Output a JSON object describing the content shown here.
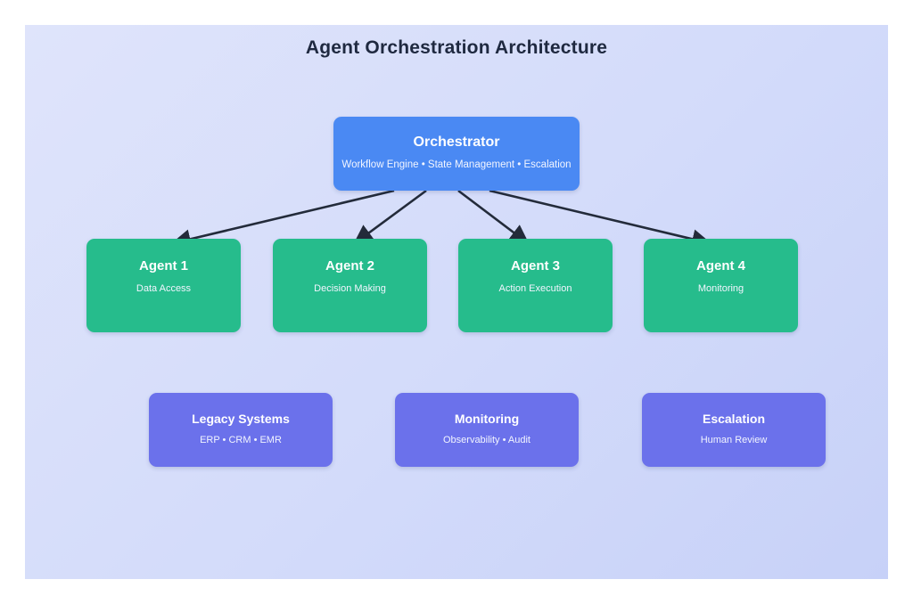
{
  "title": "Agent Orchestration Architecture",
  "orchestrator": {
    "label": "Orchestrator",
    "subtitle": "Workflow Engine • State Management • Escalation"
  },
  "agents": [
    {
      "label": "Agent 1",
      "subtitle": "Data Access"
    },
    {
      "label": "Agent 2",
      "subtitle": "Decision Making"
    },
    {
      "label": "Agent 3",
      "subtitle": "Action Execution"
    },
    {
      "label": "Agent 4",
      "subtitle": "Monitoring"
    }
  ],
  "systems": [
    {
      "label": "Legacy Systems",
      "subtitle": "ERP • CRM • EMR"
    },
    {
      "label": "Monitoring",
      "subtitle": "Observability • Audit"
    },
    {
      "label": "Escalation",
      "subtitle": "Human Review"
    }
  ],
  "colors": {
    "orchestrator_fill": "#4a89f3",
    "agent_fill": "#26bc8c",
    "system_fill": "#6b71eb",
    "arrow": "#232b3a",
    "canvas_gradient_start": "#dfe4fb",
    "canvas_gradient_end": "#c7d1f8",
    "title_text": "#1f2940",
    "node_text": "#ffffff"
  }
}
